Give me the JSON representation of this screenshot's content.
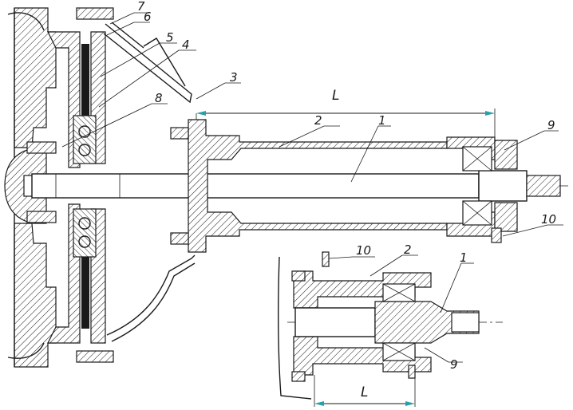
{
  "callouts": {
    "main": [
      "1",
      "2",
      "3",
      "4",
      "5",
      "6",
      "7",
      "8",
      "9",
      "10"
    ],
    "detail": [
      "1",
      "2",
      "9",
      "10"
    ]
  },
  "dimensions": {
    "main_length": "L",
    "detail_length": "L"
  },
  "colors": {
    "line": "#1a1a1a",
    "dimension_arrow": "#2a9fa8",
    "background": "#ffffff"
  }
}
